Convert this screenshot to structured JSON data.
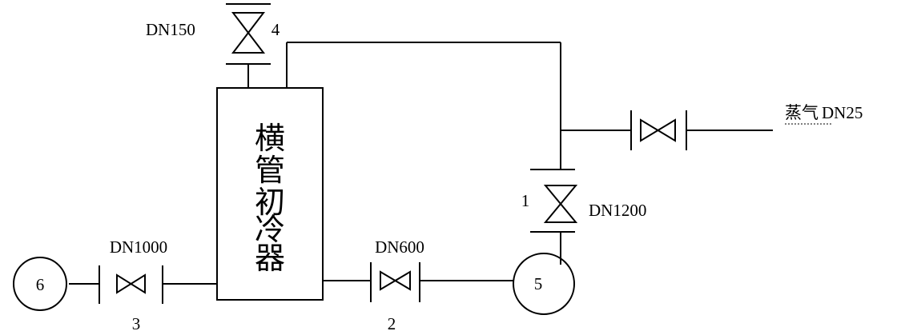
{
  "equipment": {
    "cooler_label": "横管初冷器",
    "node_6": "6",
    "node_5": "5"
  },
  "valves": {
    "v1": {
      "number": "1",
      "size": "DN1200"
    },
    "v2": {
      "number": "2",
      "size": "DN600"
    },
    "v3": {
      "number": "3",
      "size": "DN1000"
    },
    "v4": {
      "number": "4",
      "size": "DN150"
    }
  },
  "steam": {
    "label": "蒸气",
    "size": "DN25"
  }
}
